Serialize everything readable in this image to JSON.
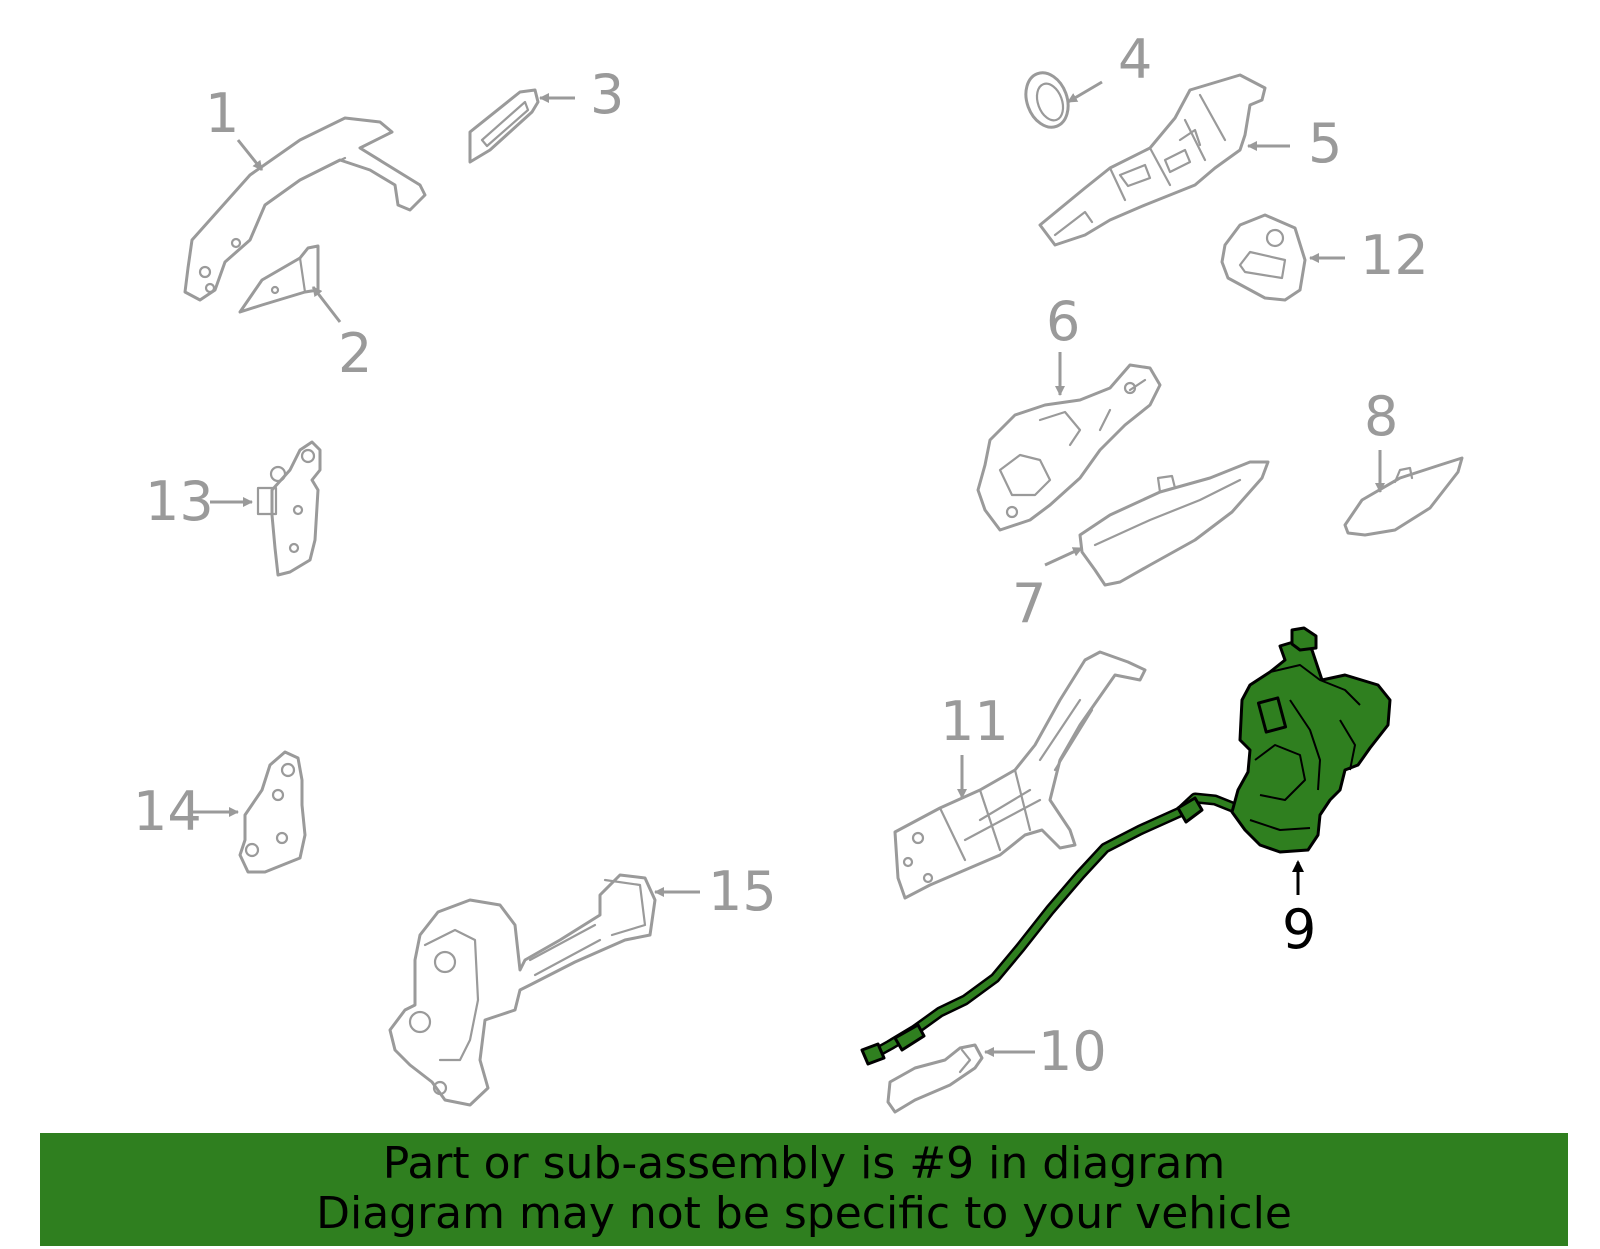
{
  "callouts": {
    "n1": "1",
    "n2": "2",
    "n3": "3",
    "n4": "4",
    "n5": "5",
    "n6": "6",
    "n7": "7",
    "n8": "8",
    "n9": "9",
    "n10": "10",
    "n11": "11",
    "n12": "12",
    "n13": "13",
    "n14": "14",
    "n15": "15"
  },
  "highlight_color": "#2f7f1f",
  "part_outline_color": "#9a9a9a",
  "banner": {
    "line1": "Part or sub-assembly is #9 in diagram",
    "line2": "Diagram may not be specific to your vehicle"
  }
}
